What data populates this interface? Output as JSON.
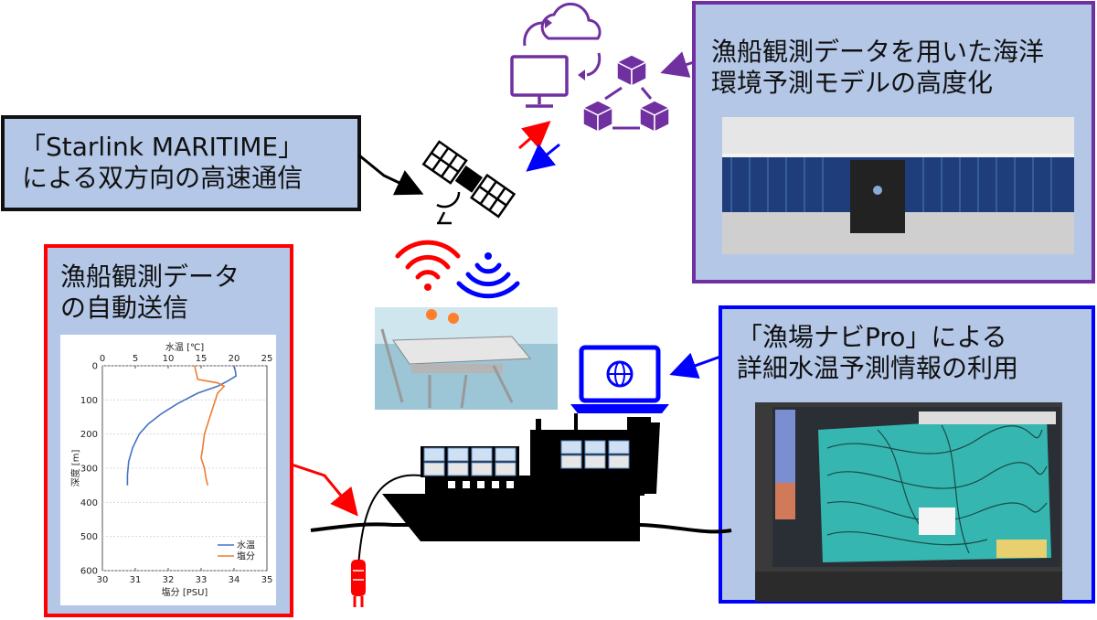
{
  "boxes": {
    "starlink": {
      "line1": "「Starlink MARITIME」",
      "line2": "による双方向の高速通信",
      "border_color": "#111111",
      "fill": "#b4c7e7"
    },
    "model": {
      "line1": "漁船観測データを用いた海洋",
      "line2": "環境予測モデルの高度化",
      "border_color": "#7030a0",
      "fill": "#b4c7e7"
    },
    "auto": {
      "line1": "漁船観測データ",
      "line2": "の自動送信",
      "border_color": "#ff0000",
      "fill": "#b4c7e7"
    },
    "navi": {
      "line1": "「漁場ナビPro」による",
      "line2": "詳細水温予測情報の利用",
      "border_color": "#0000ff",
      "fill": "#b4c7e7"
    }
  },
  "chart_data": {
    "type": "line",
    "top_axis_label": "水温 [℃]",
    "top_ticks": [
      0,
      5,
      10,
      15,
      20,
      25
    ],
    "top_range": [
      0,
      25
    ],
    "bottom_axis_label": "塩分 [PSU]",
    "bottom_ticks": [
      30,
      31,
      32,
      33,
      34,
      35
    ],
    "bottom_range": [
      30,
      35
    ],
    "ylabel": "深度 [m]",
    "y_ticks": [
      0,
      100,
      200,
      300,
      400,
      500,
      600
    ],
    "y_range": [
      0,
      600
    ],
    "y_inverted": true,
    "series": [
      {
        "name": "水温",
        "axis": "top",
        "color": "#4472c4",
        "points": [
          [
            20,
            0
          ],
          [
            20.2,
            15
          ],
          [
            20.3,
            30
          ],
          [
            19,
            45
          ],
          [
            17.5,
            60
          ],
          [
            14.5,
            80
          ],
          [
            11.5,
            110
          ],
          [
            9,
            140
          ],
          [
            7,
            170
          ],
          [
            5.6,
            200
          ],
          [
            4.6,
            240
          ],
          [
            4,
            280
          ],
          [
            3.8,
            320
          ],
          [
            3.8,
            350
          ]
        ]
      },
      {
        "name": "塩分",
        "axis": "bottom",
        "color": "#ed7d31",
        "points": [
          [
            32.8,
            0
          ],
          [
            32.85,
            20
          ],
          [
            32.9,
            40
          ],
          [
            33.5,
            50
          ],
          [
            33.7,
            60
          ],
          [
            33.5,
            80
          ],
          [
            33.4,
            110
          ],
          [
            33.3,
            140
          ],
          [
            33.2,
            170
          ],
          [
            33.1,
            200
          ],
          [
            33.05,
            240
          ],
          [
            33.0,
            270
          ],
          [
            33.1,
            300
          ],
          [
            33.15,
            330
          ],
          [
            33.2,
            350
          ]
        ]
      }
    ],
    "legend_position": "bottom-right"
  }
}
